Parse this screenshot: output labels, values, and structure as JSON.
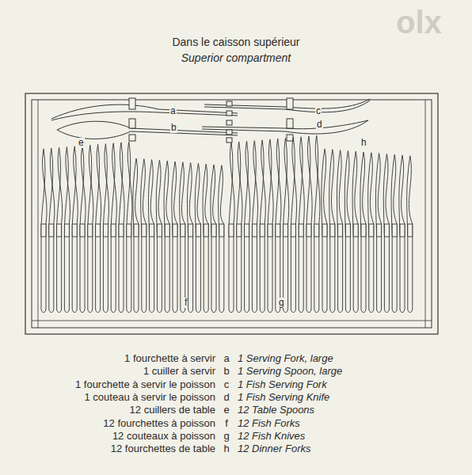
{
  "diagram": {
    "title": "Dans le caisson supérieur",
    "labels": [
      "Superior compartment",
      "a",
      "b",
      "c",
      "d",
      "e",
      "h",
      "f",
      "g",
      "1 fourchette à servir",
      "a",
      "1 Serving Fork, large",
      "1 cuiller à servir",
      "b",
      "1 Serving Spoon, large",
      "1 fourchette à servir le poisson",
      "c",
      "1 Fish Serving Fork",
      "1 couteau à servir le poisson",
      "d",
      "1 Fish Serving Knife",
      "12 cuillers de table",
      "e",
      "12 Table Spoons",
      "12 fourchettes à poisson",
      "f",
      "12 Fish Forks",
      "12 couteaux à poisson",
      "g",
      "12 Fish Knives",
      "12 fourchettes de table",
      "h",
      "12 Dinner Forks",
      "olx"
    ]
  }
}
